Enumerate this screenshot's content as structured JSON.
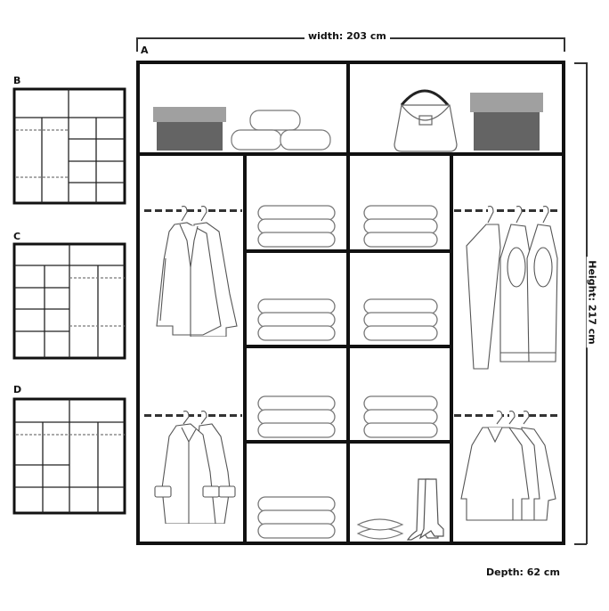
{
  "dimensions": {
    "width_label": "width: 203 cm",
    "height_label": "Height: 217 cm",
    "depth_label": "Depth: 62 cm"
  },
  "main_layout": {
    "label": "A",
    "top_compartments": [
      {
        "position": "top-left",
        "contents": [
          "storage-box",
          "rolled-towels"
        ]
      },
      {
        "position": "top-right",
        "contents": [
          "handbag",
          "storage-box"
        ]
      }
    ],
    "columns": [
      {
        "position": "left",
        "type": "double-hanging",
        "contents": [
          "jackets",
          "coats"
        ]
      },
      {
        "position": "center-left",
        "type": "shelves",
        "shelf_count": 4,
        "contents": [
          "folded-clothes",
          "folded-clothes",
          "folded-clothes",
          "folded-clothes"
        ]
      },
      {
        "position": "center-right",
        "type": "shelves",
        "shelf_count": 4,
        "contents": [
          "folded-clothes",
          "folded-clothes",
          "folded-clothes",
          "pillows-and-boots"
        ]
      },
      {
        "position": "right",
        "type": "double-hanging",
        "contents": [
          "sweaters",
          "shirts"
        ]
      }
    ]
  },
  "alternative_layouts": [
    {
      "label": "B",
      "description": "two top compartments; left half double hanging (2 columns), right half 4x2 shelves"
    },
    {
      "label": "C",
      "description": "two top compartments; left half 4x2 shelves, right half double hanging (2 columns)"
    },
    {
      "label": "D",
      "description": "two top compartments; long hanging rail across, mixed shelves and bottom compartments"
    }
  ],
  "colors": {
    "frame": "#111111",
    "box_lid": "#a0a0a0",
    "box_body": "#646464",
    "rail": "#333333",
    "outline": "#666666"
  }
}
